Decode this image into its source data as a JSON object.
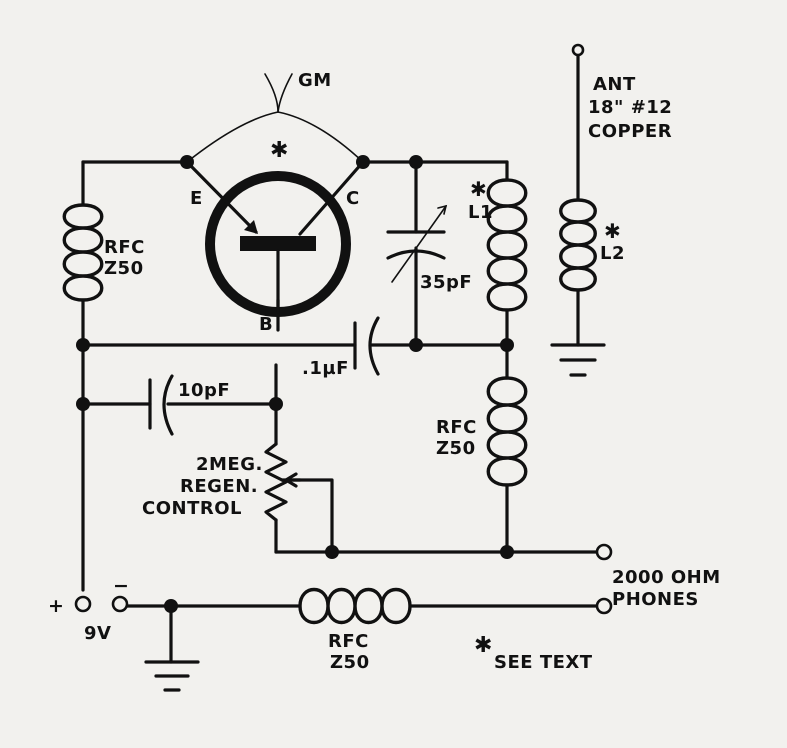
{
  "labels": {
    "gm": "GM",
    "emitter": "E",
    "collector": "C",
    "base": "B",
    "star_mark": "✱",
    "rfc_left": [
      "RFC",
      "Z50"
    ],
    "rfc_right": [
      "RFC",
      "Z50"
    ],
    "rfc_bottom": [
      "RFC",
      "Z50"
    ],
    "l1": "L1",
    "l2": "L2",
    "cap_tune": "35pF",
    "cap_coupling": ".1µF",
    "cap_feedback": "10pF",
    "regen": [
      "2MEG.",
      "REGEN.",
      "CONTROL"
    ],
    "antenna": [
      "ANT",
      "18\" #12",
      "COPPER"
    ],
    "phones": [
      "2000 OHM",
      "PHONES"
    ],
    "battery_plus": "+",
    "battery_minus": "−",
    "battery_voltage": "9V",
    "see_text": "SEE TEXT"
  }
}
